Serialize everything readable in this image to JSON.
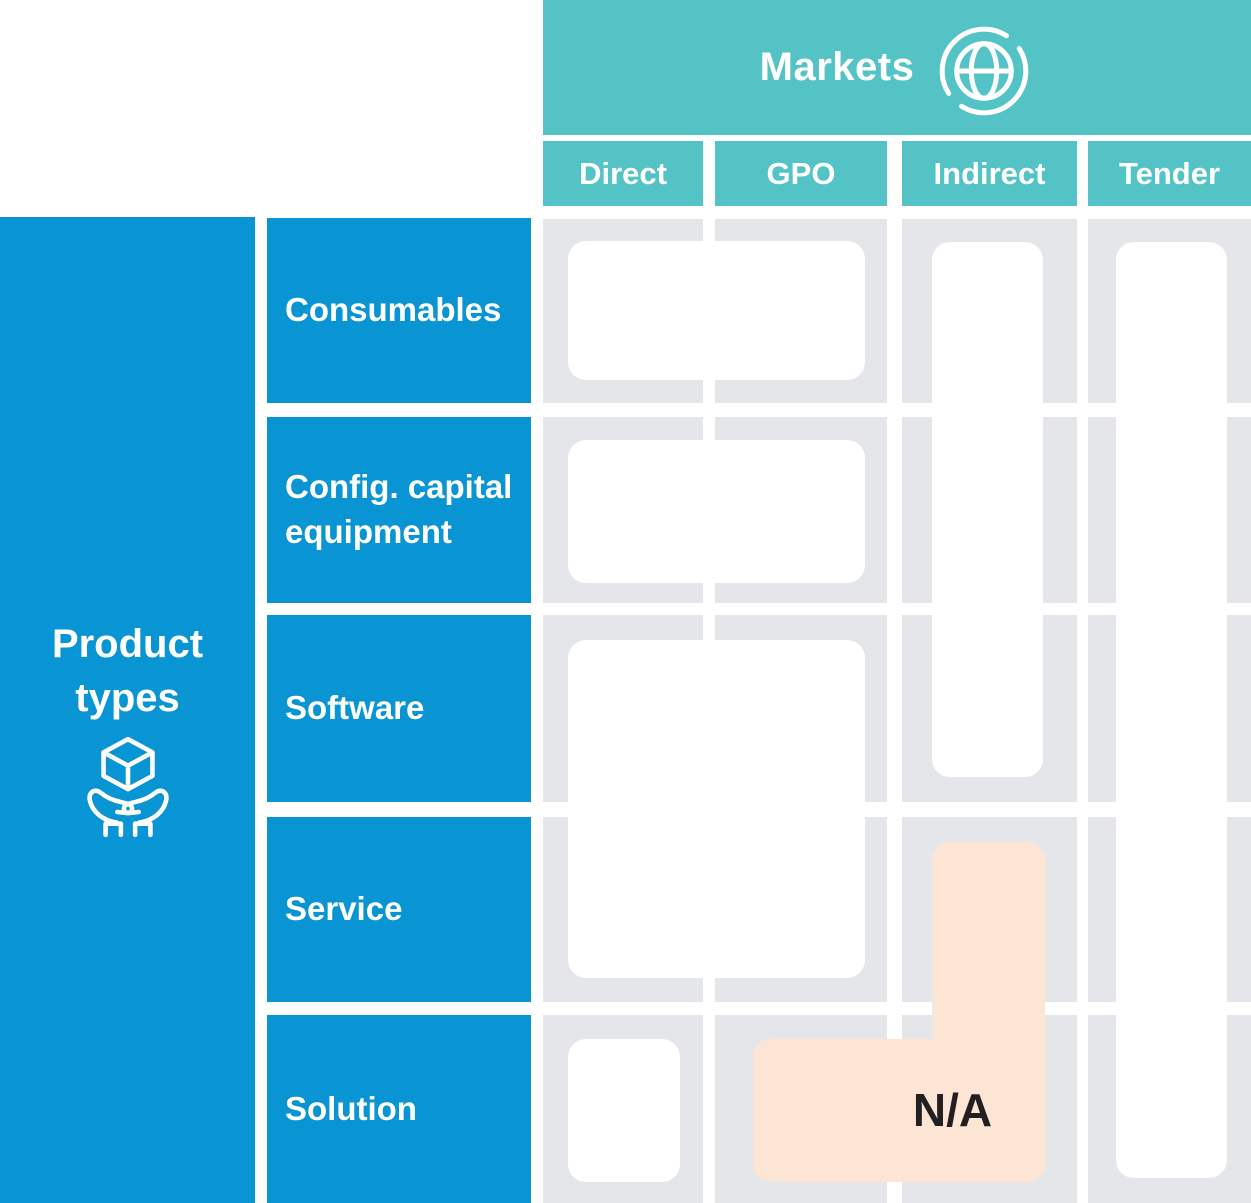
{
  "header": {
    "title": "Markets",
    "icon": "globe-icon",
    "columns": [
      {
        "label": "Direct"
      },
      {
        "label": "GPO"
      },
      {
        "label": "Indirect"
      },
      {
        "label": "Tender"
      }
    ]
  },
  "sidebar": {
    "title": "Product types",
    "icon": "hands-holding-box-icon",
    "rows": [
      {
        "label": "Consumables"
      },
      {
        "label": "Config. capital equipment"
      },
      {
        "label": "Software"
      },
      {
        "label": "Service"
      },
      {
        "label": "Solution"
      }
    ]
  },
  "matrix": {
    "na_label": "N/A",
    "coverage": [
      {
        "product": "Consumables",
        "markets": [
          "Direct",
          "GPO"
        ],
        "status": "available",
        "shape": "merged-horizontal"
      },
      {
        "product": "Consumables",
        "markets": [
          "Indirect"
        ],
        "status": "available",
        "shape": "vertical-bar-rows-1-3"
      },
      {
        "product": "Consumables",
        "markets": [
          "Tender"
        ],
        "status": "available",
        "shape": "vertical-bar-rows-1-5"
      },
      {
        "product": "Config. capital equipment",
        "markets": [
          "Direct",
          "GPO"
        ],
        "status": "available",
        "shape": "merged-horizontal"
      },
      {
        "product": "Config. capital equipment",
        "markets": [
          "Indirect"
        ],
        "status": "available",
        "shape": "vertical-bar-rows-1-3"
      },
      {
        "product": "Config. capital equipment",
        "markets": [
          "Tender"
        ],
        "status": "available",
        "shape": "vertical-bar-rows-1-5"
      },
      {
        "product": "Software",
        "markets": [
          "Direct",
          "GPO"
        ],
        "status": "available",
        "shape": "merged-with-service"
      },
      {
        "product": "Software",
        "markets": [
          "Indirect"
        ],
        "status": "available",
        "shape": "vertical-bar-rows-1-3"
      },
      {
        "product": "Software",
        "markets": [
          "Tender"
        ],
        "status": "available",
        "shape": "vertical-bar-rows-1-5"
      },
      {
        "product": "Service",
        "markets": [
          "Direct",
          "GPO"
        ],
        "status": "available",
        "shape": "merged-with-software"
      },
      {
        "product": "Service",
        "markets": [
          "Indirect"
        ],
        "status": "not-applicable",
        "shape": "na-vertical"
      },
      {
        "product": "Service",
        "markets": [
          "Tender"
        ],
        "status": "available",
        "shape": "vertical-bar-rows-1-5"
      },
      {
        "product": "Solution",
        "markets": [
          "Direct"
        ],
        "status": "available",
        "shape": "single-cell"
      },
      {
        "product": "Solution",
        "markets": [
          "GPO",
          "Indirect"
        ],
        "status": "not-applicable",
        "shape": "na-horizontal"
      },
      {
        "product": "Solution",
        "markets": [
          "Tender"
        ],
        "status": "available",
        "shape": "vertical-bar-rows-1-5"
      }
    ]
  },
  "colors": {
    "teal_header": "#54c3c6",
    "blue_sidebar": "#0995d3",
    "cell_gray": "#e5e6e9",
    "available_white": "#ffffff",
    "na_peach": "#fce5d4",
    "na_text": "#231f20",
    "header_text": "#ffffff"
  }
}
